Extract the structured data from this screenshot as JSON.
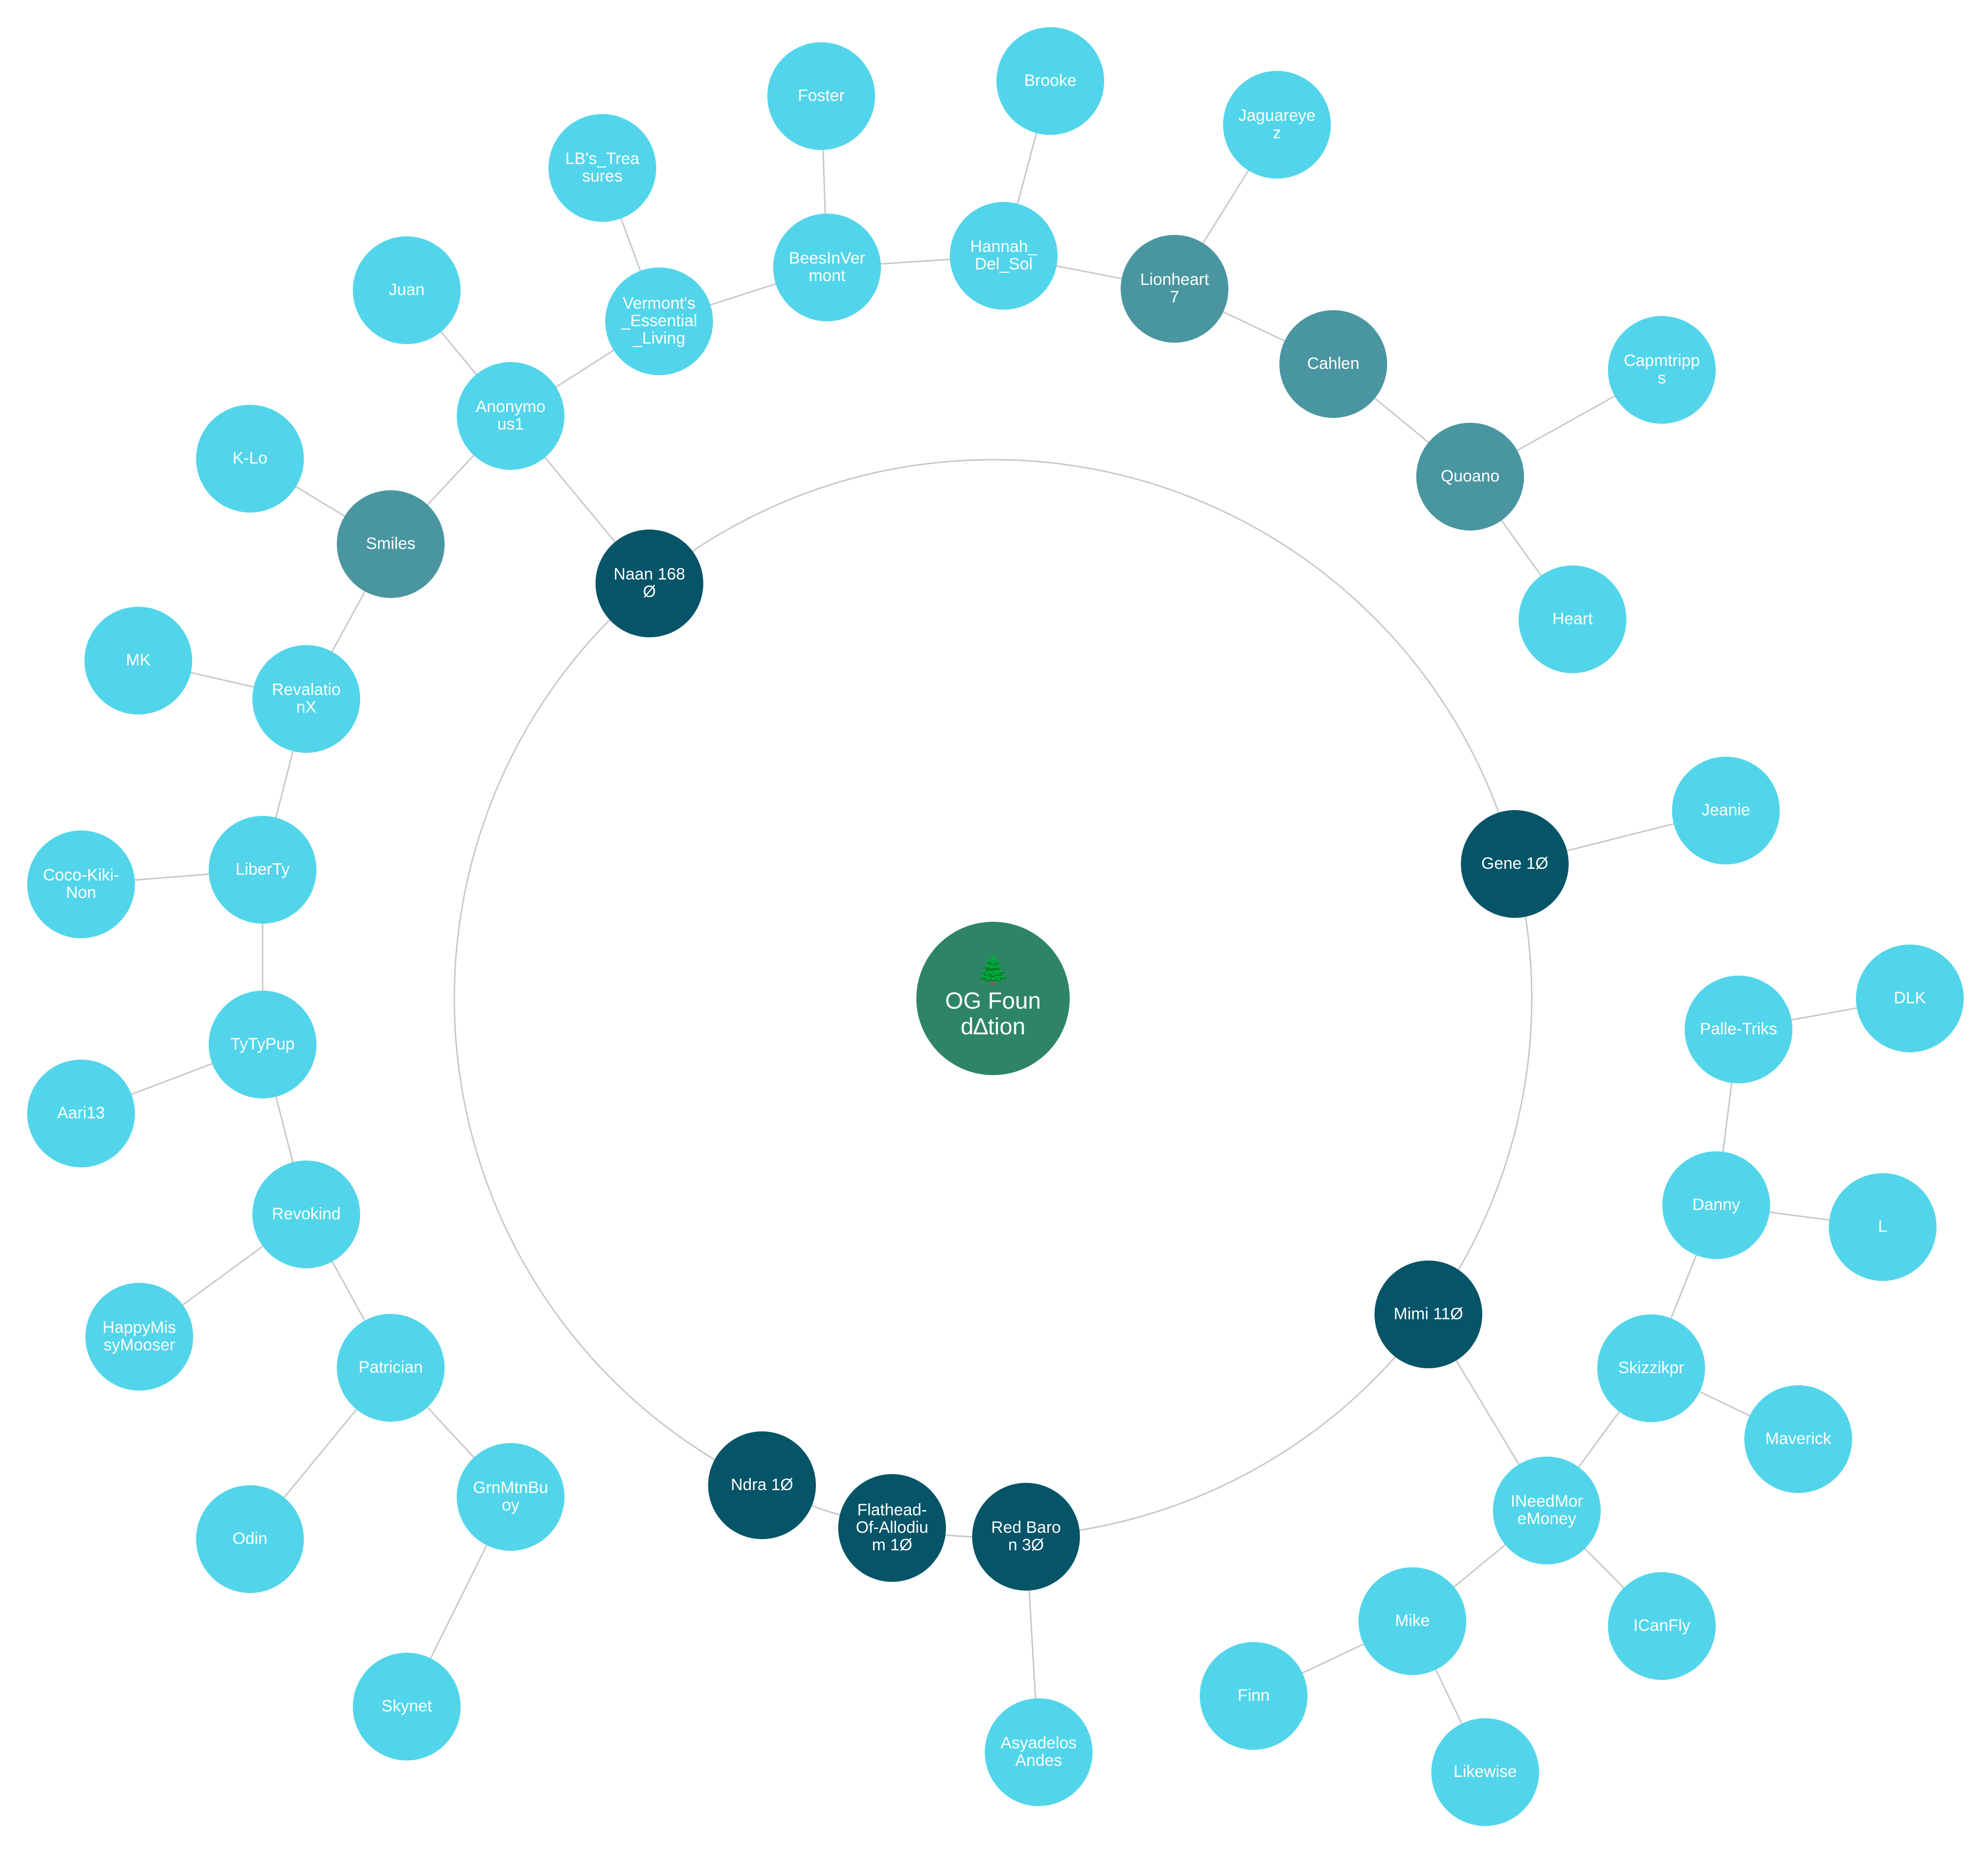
{
  "root": {
    "id": "root",
    "label": "OG Found∆tion",
    "icon": "tree-icon"
  },
  "colors": {
    "leaf": "#52d5ea",
    "mid": "#4a96a0",
    "branch": "#065468",
    "root": "#2e8565",
    "edge": "#c8c8c8"
  },
  "nodes": [
    {
      "id": "naan",
      "label": "Naan 168Ø",
      "kind": "branch"
    },
    {
      "id": "gene",
      "label": "Gene 1Ø",
      "kind": "branch"
    },
    {
      "id": "mimi",
      "label": "Mimi 11Ø",
      "kind": "branch"
    },
    {
      "id": "redbaron",
      "label": "Red Baron 3Ø",
      "kind": "branch"
    },
    {
      "id": "flathead",
      "label": "Flathead-Of-Allodium 1Ø",
      "kind": "branch"
    },
    {
      "id": "ndra",
      "label": "Ndra 1Ø",
      "kind": "branch"
    },
    {
      "id": "anonymous1",
      "label": "Anonymous1",
      "kind": "leaf"
    },
    {
      "id": "juan",
      "label": "Juan",
      "kind": "leaf"
    },
    {
      "id": "vermonts",
      "label": "Vermont's_Essential_Living",
      "kind": "leaf"
    },
    {
      "id": "lbs",
      "label": "LB's_Treasures",
      "kind": "leaf"
    },
    {
      "id": "bees",
      "label": "BeesInVermont",
      "kind": "leaf"
    },
    {
      "id": "foster",
      "label": "Foster",
      "kind": "leaf"
    },
    {
      "id": "hannah",
      "label": "Hannah_Del_Sol",
      "kind": "leaf"
    },
    {
      "id": "brooke",
      "label": "Brooke",
      "kind": "leaf"
    },
    {
      "id": "lionheart",
      "label": "Lionheart7",
      "kind": "mid"
    },
    {
      "id": "jaguareyez",
      "label": "Jaguareyez",
      "kind": "leaf"
    },
    {
      "id": "cahlen",
      "label": "Cahlen",
      "kind": "mid"
    },
    {
      "id": "quoano",
      "label": "Quoano",
      "kind": "mid"
    },
    {
      "id": "capmtripps",
      "label": "Capmtripps",
      "kind": "leaf"
    },
    {
      "id": "heart",
      "label": "Heart",
      "kind": "leaf"
    },
    {
      "id": "smiles",
      "label": "Smiles",
      "kind": "mid"
    },
    {
      "id": "klo",
      "label": "K-Lo",
      "kind": "leaf"
    },
    {
      "id": "revalationx",
      "label": "RevalationX",
      "kind": "leaf"
    },
    {
      "id": "mk",
      "label": "MK",
      "kind": "leaf"
    },
    {
      "id": "liberty",
      "label": "LiberTy",
      "kind": "leaf"
    },
    {
      "id": "coco",
      "label": "Coco-Kiki-Non",
      "kind": "leaf"
    },
    {
      "id": "tytypup",
      "label": "TyTyPup",
      "kind": "leaf"
    },
    {
      "id": "aari13",
      "label": "Aari13",
      "kind": "leaf"
    },
    {
      "id": "revokind",
      "label": "Revokind",
      "kind": "leaf"
    },
    {
      "id": "happymissy",
      "label": "HappyMissyMooser",
      "kind": "leaf"
    },
    {
      "id": "patrician",
      "label": "Patrician",
      "kind": "leaf"
    },
    {
      "id": "odin",
      "label": "Odin",
      "kind": "leaf"
    },
    {
      "id": "grnmtnbuoy",
      "label": "GrnMtnBuoy",
      "kind": "leaf"
    },
    {
      "id": "skynet",
      "label": "Skynet",
      "kind": "leaf"
    },
    {
      "id": "jeanie",
      "label": "Jeanie",
      "kind": "leaf"
    },
    {
      "id": "skizzikpr",
      "label": "Skizzikpr",
      "kind": "leaf"
    },
    {
      "id": "danny",
      "label": "Danny",
      "kind": "leaf"
    },
    {
      "id": "palletriks",
      "label": "Palle-Triks",
      "kind": "leaf"
    },
    {
      "id": "dlk",
      "label": "DLK",
      "kind": "leaf"
    },
    {
      "id": "l",
      "label": "L",
      "kind": "leaf"
    },
    {
      "id": "maverick",
      "label": "Maverick",
      "kind": "leaf"
    },
    {
      "id": "ineedmoremoney",
      "label": "INeedMoreMoney",
      "kind": "leaf"
    },
    {
      "id": "icanfly",
      "label": "ICanFly",
      "kind": "leaf"
    },
    {
      "id": "mike",
      "label": "Mike",
      "kind": "leaf"
    },
    {
      "id": "finn",
      "label": "Finn",
      "kind": "leaf"
    },
    {
      "id": "likewise",
      "label": "Likewise",
      "kind": "leaf"
    },
    {
      "id": "asyadelos",
      "label": "AsyadelosAndes",
      "kind": "leaf"
    }
  ],
  "edges": [
    [
      "root",
      "naan",
      "ring"
    ],
    [
      "root",
      "gene",
      "ring"
    ],
    [
      "root",
      "mimi",
      "ring"
    ],
    [
      "root",
      "redbaron",
      "ring"
    ],
    [
      "root",
      "flathead",
      "ring"
    ],
    [
      "root",
      "ndra",
      "ring"
    ],
    [
      "naan",
      "anonymous1"
    ],
    [
      "anonymous1",
      "juan"
    ],
    [
      "anonymous1",
      "vermonts"
    ],
    [
      "vermonts",
      "lbs"
    ],
    [
      "vermonts",
      "bees"
    ],
    [
      "bees",
      "foster"
    ],
    [
      "bees",
      "hannah"
    ],
    [
      "hannah",
      "brooke"
    ],
    [
      "hannah",
      "lionheart"
    ],
    [
      "lionheart",
      "jaguareyez"
    ],
    [
      "lionheart",
      "cahlen"
    ],
    [
      "cahlen",
      "quoano"
    ],
    [
      "quoano",
      "capmtripps"
    ],
    [
      "quoano",
      "heart"
    ],
    [
      "anonymous1",
      "smiles"
    ],
    [
      "smiles",
      "klo"
    ],
    [
      "smiles",
      "revalationx"
    ],
    [
      "revalationx",
      "mk"
    ],
    [
      "revalationx",
      "liberty"
    ],
    [
      "liberty",
      "coco"
    ],
    [
      "liberty",
      "tytypup"
    ],
    [
      "tytypup",
      "aari13"
    ],
    [
      "tytypup",
      "revokind"
    ],
    [
      "revokind",
      "happymissy"
    ],
    [
      "revokind",
      "patrician"
    ],
    [
      "patrician",
      "odin"
    ],
    [
      "patrician",
      "grnmtnbuoy"
    ],
    [
      "grnmtnbuoy",
      "skynet"
    ],
    [
      "gene",
      "jeanie"
    ],
    [
      "mimi",
      "ineedmoremoney"
    ],
    [
      "ineedmoremoney",
      "skizzikpr"
    ],
    [
      "skizzikpr",
      "danny"
    ],
    [
      "danny",
      "palletriks"
    ],
    [
      "palletriks",
      "dlk"
    ],
    [
      "danny",
      "l"
    ],
    [
      "skizzikpr",
      "maverick"
    ],
    [
      "ineedmoremoney",
      "icanfly"
    ],
    [
      "ineedmoremoney",
      "mike"
    ],
    [
      "mike",
      "finn"
    ],
    [
      "mike",
      "likewise"
    ],
    [
      "redbaron",
      "asyadelos"
    ]
  ]
}
